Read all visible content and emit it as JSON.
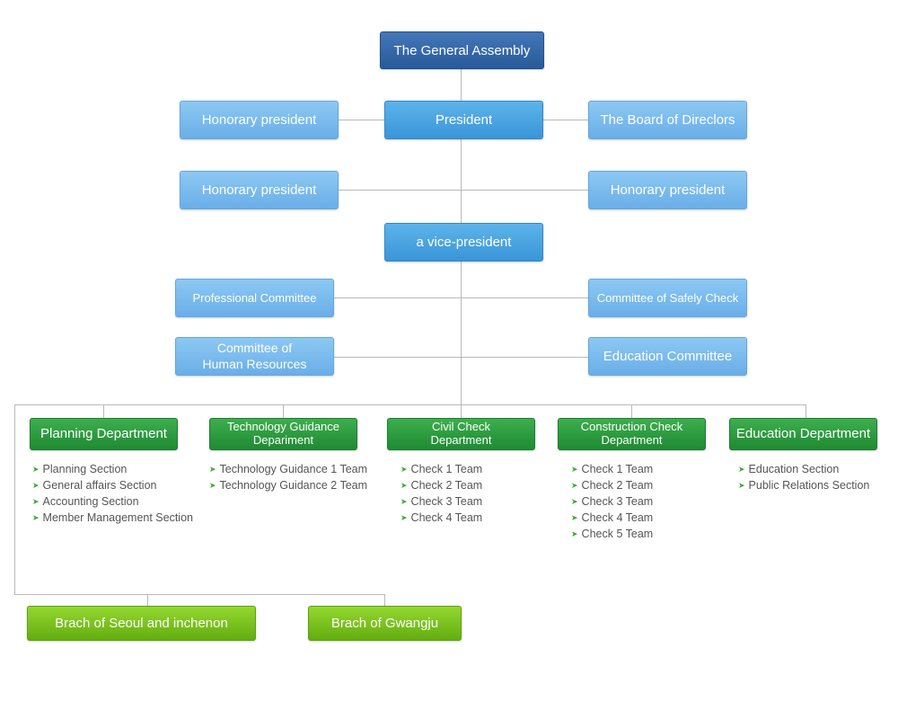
{
  "top": {
    "assembly": "The General Assembly",
    "president": "President",
    "honorary_left_1": "Honorary president",
    "board": "The Board of Direclors",
    "honorary_left_2": "Honorary president",
    "honorary_right_2": "Honorary president",
    "vice_president": "a vice-president"
  },
  "committees": {
    "professional": "Professional Committee",
    "safety_check": "Committee of Safely Check",
    "human_resources_line1": "Committee of",
    "human_resources_line2": "Human Resources",
    "education": "Education Committee"
  },
  "departments": [
    {
      "name_line1": "Planning Department",
      "name_line2": "",
      "items": [
        "Planning Section",
        "General affairs Section",
        "Accounting Section",
        "Member Management Section"
      ]
    },
    {
      "name_line1": "Technology Guidance",
      "name_line2": "Depariment",
      "items": [
        "Technology Guidance 1 Team",
        "Technology Guidance 2 Team"
      ]
    },
    {
      "name_line1": "Civil Check",
      "name_line2": "Department",
      "items": [
        "Check 1 Team",
        "Check 2 Team",
        "Check 3 Team",
        "Check 4 Team"
      ]
    },
    {
      "name_line1": "Construction Check",
      "name_line2": "Department",
      "items": [
        "Check 1 Team",
        "Check 2 Team",
        "Check 3 Team",
        "Check 4 Team",
        "Check 5 Team"
      ]
    },
    {
      "name_line1": "Education Department",
      "name_line2": "",
      "items": [
        "Education Section",
        "Public Relations Section"
      ]
    }
  ],
  "branches": {
    "seoul": "Brach of Seoul and inchenon",
    "gwangju": "Brach of Gwangju"
  },
  "colors": {
    "assembly": "#2f609f",
    "president": "#4aa4e2",
    "committee": "#7bbcee",
    "department": "#2a9a3e",
    "branch": "#7cc41f",
    "bullet": "#39a935",
    "connector": "#b9b9b9"
  },
  "icons": {
    "bullet": "green-arrow-bullet-icon"
  }
}
